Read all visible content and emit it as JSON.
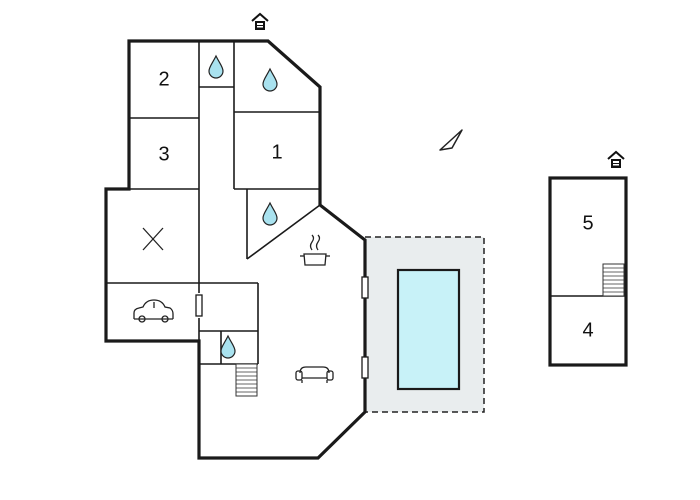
{
  "colors": {
    "wall": "#1a1a1a",
    "terrace": "#e9edee",
    "pool": "#c8f2f8",
    "bathroom_drop": "#a9e2ef",
    "background": "#ffffff"
  },
  "rooms": {
    "main": [
      {
        "label": "1",
        "type": "bedroom"
      },
      {
        "label": "2",
        "type": "bedroom"
      },
      {
        "label": "3",
        "type": "bedroom"
      }
    ],
    "annex": [
      {
        "label": "5",
        "type": "bedroom"
      },
      {
        "label": "4",
        "type": "bedroom"
      }
    ]
  },
  "icons": [
    "house-entrance-icon",
    "north-arrow-icon",
    "bathroom-drop-icon",
    "storage-cross-icon",
    "garage-car-icon",
    "kitchen-pot-icon",
    "living-sofa-icon",
    "stairs-icon",
    "pool",
    "terrace"
  ]
}
